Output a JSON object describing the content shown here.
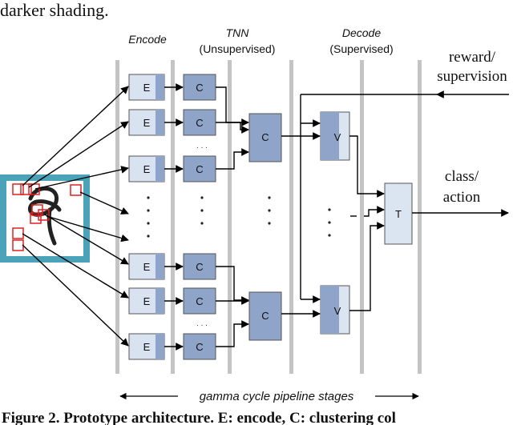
{
  "top_text": "darker shading.",
  "headers": {
    "encode": "Encode",
    "tnn_line1": "TNN",
    "tnn_line2": "(Unsupervised)",
    "decode_line1": "Decode",
    "decode_line2": "(Supervised)"
  },
  "side_labels": {
    "reward_line1": "reward/",
    "reward_line2": "supervision",
    "class_line1": "class/",
    "class_line2": "action"
  },
  "box_labels": {
    "encode": "E",
    "cluster": "C",
    "vote": "V",
    "temporal": "T"
  },
  "ellipsis_h": ". . .",
  "footer": "gamma cycle pipeline stages",
  "caption": "Figure 2. Prototype architecture.  E: encode, C: clustering col",
  "colors": {
    "stage_bar": "#c0c0c0",
    "e_fill": "#d8e2f0",
    "e_dark": "#8ea4c8",
    "c_fill": "#8ea4c8",
    "v_fill": "#dbe5f1",
    "image_frame": "#4aa3b8",
    "patch": "#e02020",
    "line": "#000000"
  }
}
